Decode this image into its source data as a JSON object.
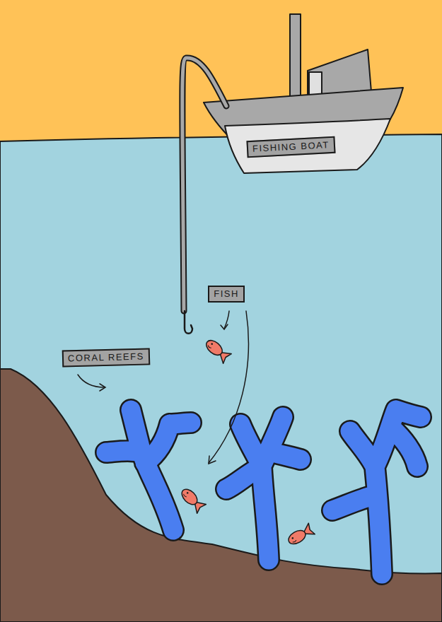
{
  "diagram": {
    "labels": [
      "FISHING BOAT",
      "FISH",
      "CORAL REEFS"
    ]
  }
}
